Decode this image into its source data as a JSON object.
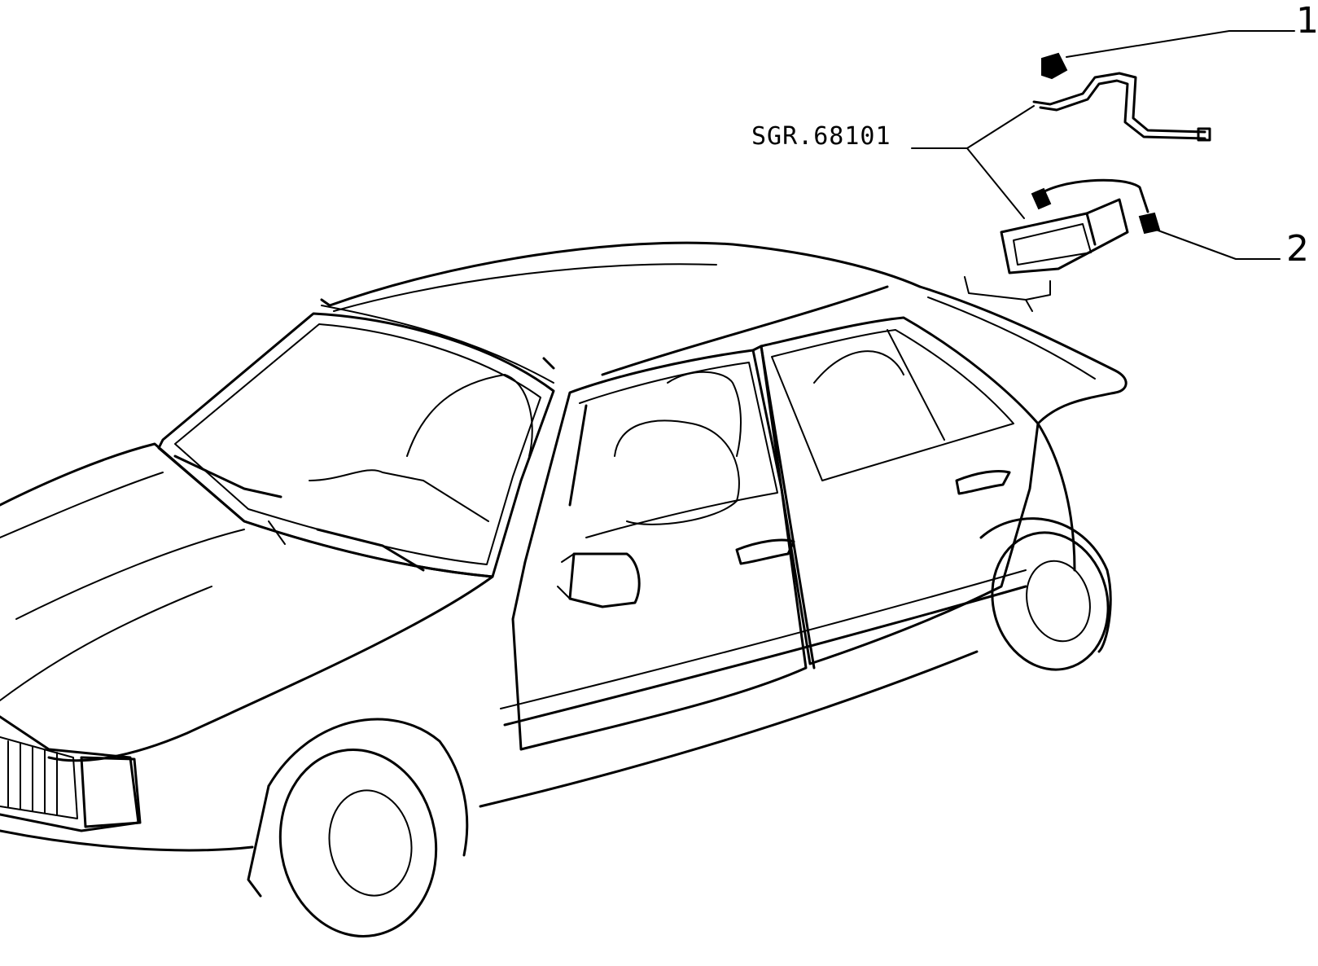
{
  "diagram": {
    "callouts": [
      {
        "id": "callout-1",
        "number": "1"
      },
      {
        "id": "callout-2",
        "number": "2"
      }
    ],
    "group_reference": "SGR.68101",
    "colors": {
      "line": "#000000",
      "background": "#ffffff"
    }
  }
}
